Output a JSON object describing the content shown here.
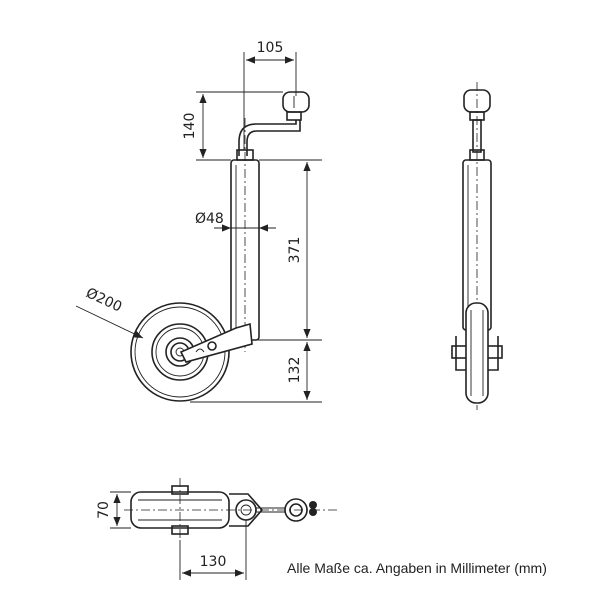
{
  "dimensions": {
    "crank_offset": "105",
    "crank_height": "140",
    "tube_diameter": "Ø48",
    "tube_length": "371",
    "wheel_diameter": "Ø200",
    "wheel_axle_height": "132",
    "wheel_width": "70",
    "bottom_length": "130"
  },
  "caption": "Alle Maße ca. Angaben in Millimeter (mm)"
}
